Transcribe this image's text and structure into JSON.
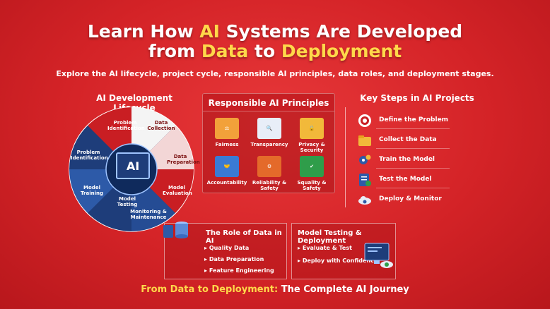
{
  "header": {
    "title_line1_pre": "Learn How ",
    "title_line1_hl": "AI",
    "title_line1_post": " Systems Are Developed",
    "title_line2_pre": "from ",
    "title_line2_hl1": "Data",
    "title_line2_mid": " to ",
    "title_line2_hl2": "Deployment",
    "subtitle": "Explore the AI lifecycle, project cycle, responsible AI principles, data roles, and deployment stages."
  },
  "lifecycle": {
    "heading": "AI Development Lifecycle",
    "center": "AI",
    "stages": [
      "Problem Identification",
      "Data Collection",
      "Data Preparation",
      "Model Evaluation",
      "Monitoring & Maintenance",
      "Model Testing",
      "Model Training",
      "Problem Identification"
    ]
  },
  "principles": {
    "heading": "Responsible AI Principles",
    "items": [
      "Fairness",
      "Transparency",
      "Privacy & Security",
      "Accountability",
      "Reliability & Safety",
      "Squality & Safety"
    ]
  },
  "steps": {
    "heading": "Key Steps in AI Projects",
    "items": [
      "Define the Problem",
      "Collect the Data",
      "Train the Model",
      "Test the Model",
      "Deploy & Monitor"
    ]
  },
  "data_role": {
    "heading": "The Role of Data in AI",
    "items": [
      "Quality Data",
      "Data Preparation",
      "Feature Engineering"
    ]
  },
  "testing": {
    "heading": "Model Testing & Deployment",
    "items": [
      "Evaluate & Test",
      "Deploy with Confidence"
    ]
  },
  "footer": {
    "pre": "From Data to Deployment:",
    "post": " The Complete AI Journey"
  },
  "colors": {
    "background": "#d42327",
    "highlight": "#ffd84a",
    "navy": "#1e3d7a"
  }
}
